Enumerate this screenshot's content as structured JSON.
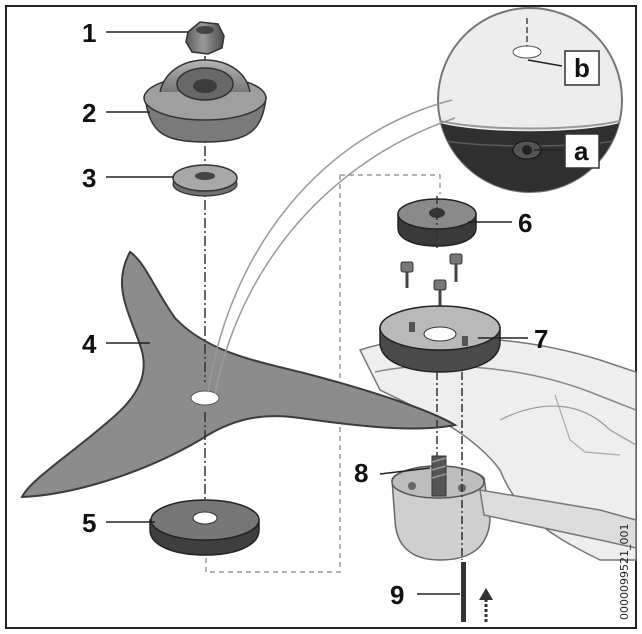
{
  "diagram": {
    "part_numbers": [
      "1",
      "2",
      "3",
      "4",
      "5",
      "6",
      "7",
      "8",
      "9"
    ],
    "detail_letters": [
      "a",
      "b"
    ],
    "document_code": "0000099521_001"
  }
}
